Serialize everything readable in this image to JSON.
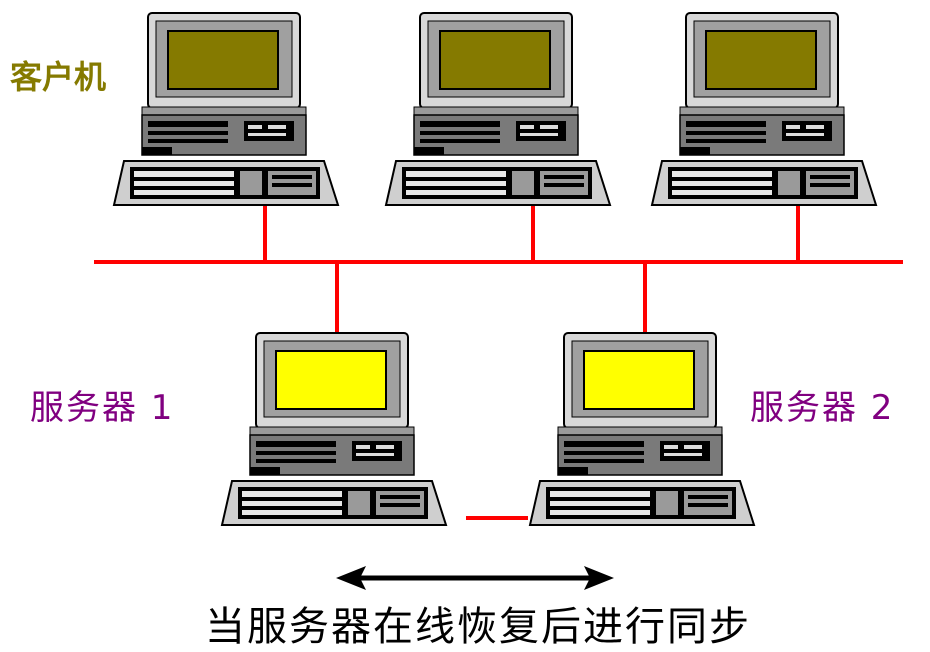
{
  "labels": {
    "client": "客户机",
    "server1": "服务器 1",
    "server2": "服务器 2",
    "caption": "当服务器在线恢复后进行同步"
  },
  "colors": {
    "network_line": "#ff0000",
    "client_screen": "#857a00",
    "server_screen": "#ffff00",
    "client_label": "#857a00",
    "server_label": "#800080"
  },
  "icons": {
    "client": "desktop-computer-icon",
    "server": "desktop-computer-icon",
    "sync_arrow": "double-arrow-icon"
  }
}
